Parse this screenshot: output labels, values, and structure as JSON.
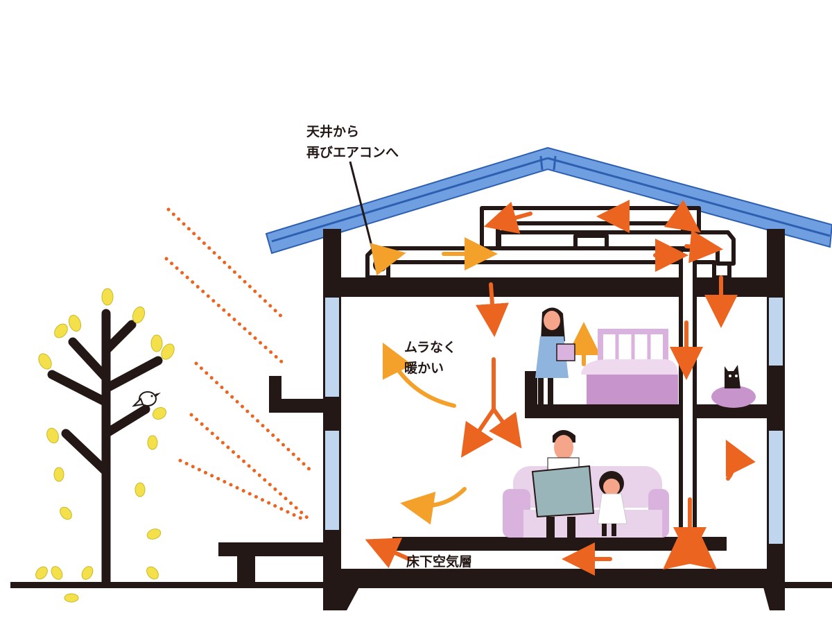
{
  "labels": {
    "ceiling_to_aircon_line1": "天井から",
    "ceiling_to_aircon_line2": "再びエアコンへ",
    "even_warmth_line1": "ムラなく",
    "even_warmth_line2": "暖かい",
    "underfloor_air_layer": "床下空気層"
  },
  "colors": {
    "roof": "#6f9fe0",
    "roof_outline": "#2d5fb0",
    "structure": "#231815",
    "warm_air": "#eb6420",
    "warm_air_light": "#f4a12c",
    "sunlight_dots": "#eb6420",
    "leaves": "#f4e04a",
    "window": "#bfd6ee",
    "furniture": "#d9b3de"
  },
  "icons": [
    "tree-icon",
    "bird-icon",
    "sun-ray-icon",
    "roof-icon",
    "duct-icon",
    "aircon-icon",
    "bed-icon",
    "sofa-icon",
    "cat-icon",
    "person-icon"
  ]
}
